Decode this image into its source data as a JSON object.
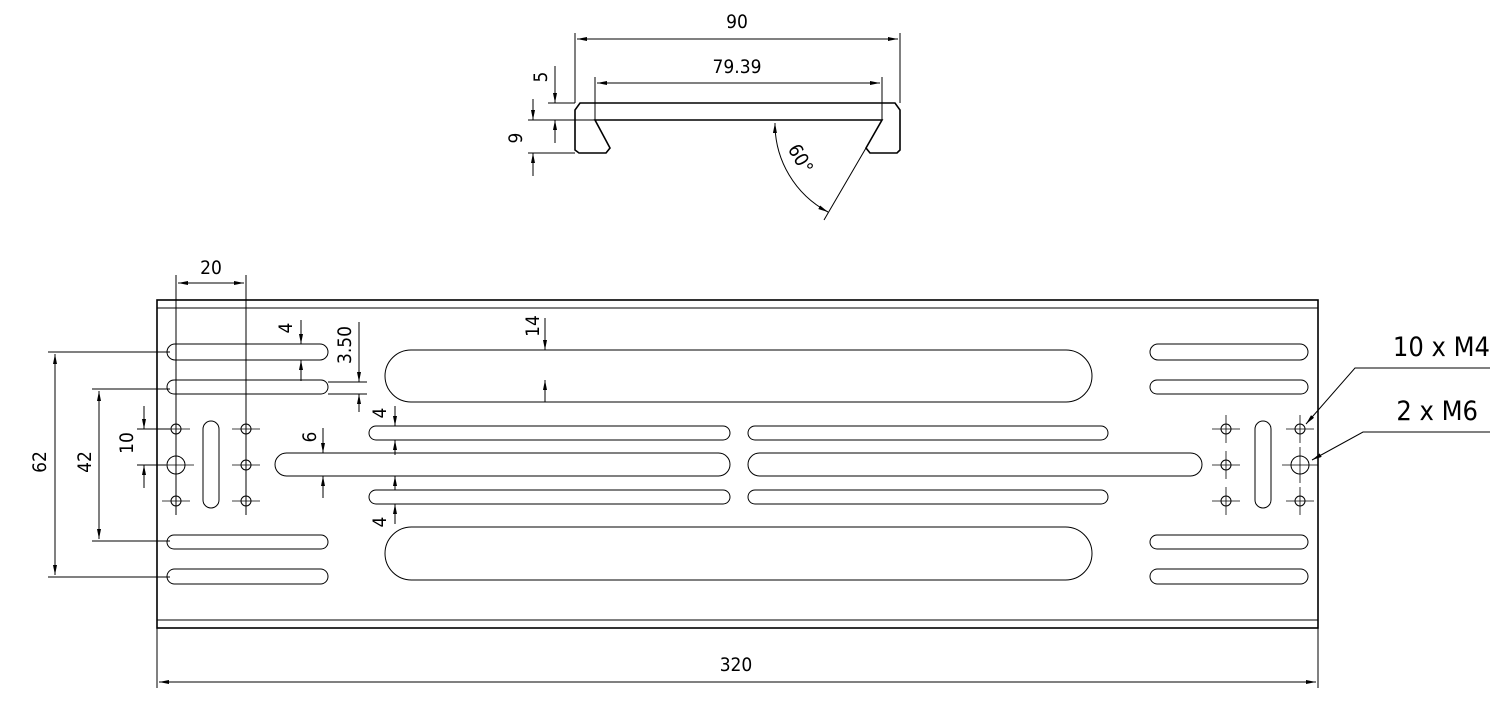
{
  "profile": {
    "width_overall": "90",
    "width_inner": "79.39",
    "lip_height": "5",
    "total_height": "9",
    "angle": "60°"
  },
  "plate": {
    "hole_spacing": "20",
    "outer_slot_span": "62",
    "inner_slot_span": "42",
    "hole_pitch": "10",
    "slot_width": "4",
    "slot_gap": "3.50",
    "big_slot_width": "14",
    "mid_slot_width_top": "4",
    "mid_slot_width_bottom": "4",
    "center_slot_width": "6",
    "length": "320"
  },
  "callouts": {
    "m4": "10 x M4",
    "m6": "2 x M6"
  }
}
